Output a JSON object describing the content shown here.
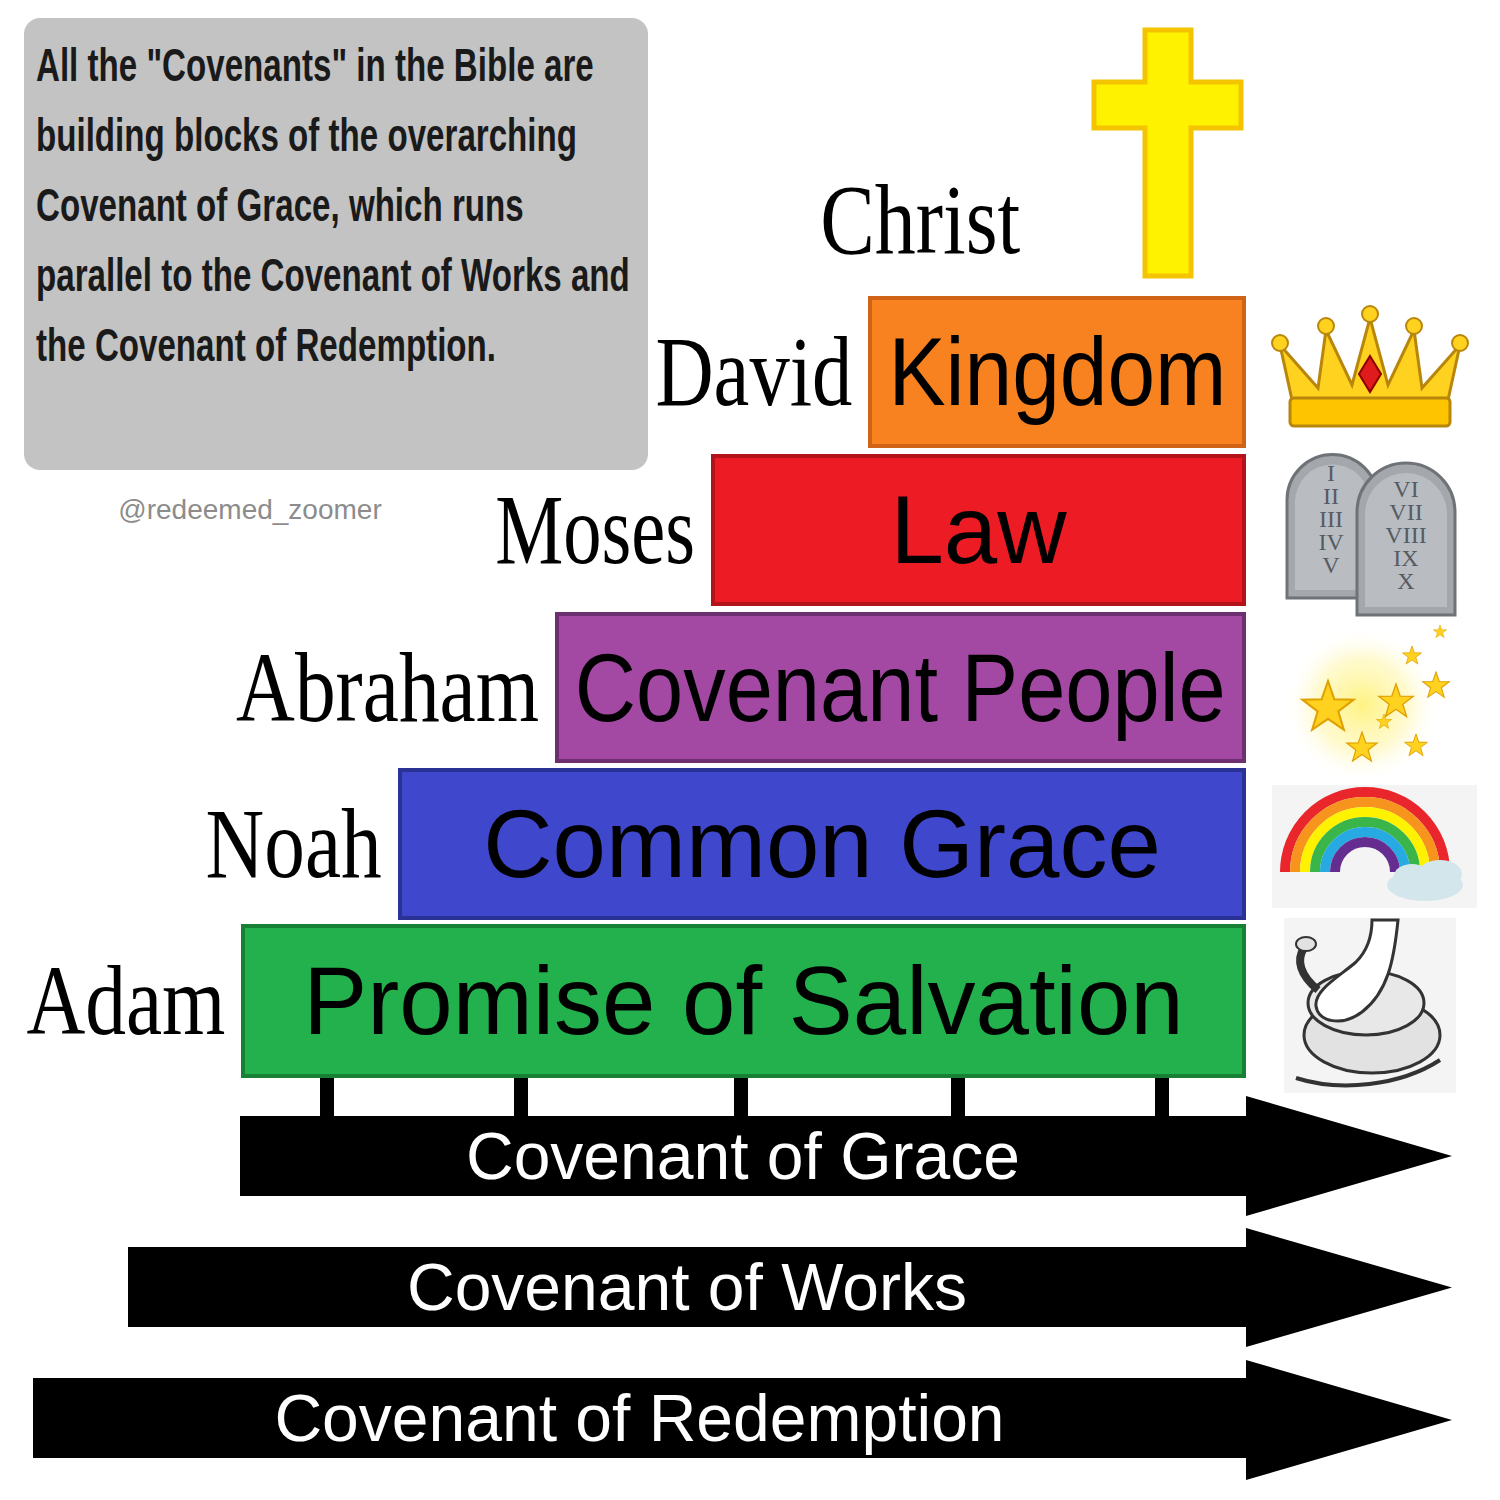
{
  "diagram": {
    "nodes": [
      {
        "text": [
          "All the \"Covenants\" in the Bible are building blocks of the overarching Covenant of Grace, which runs parallel to the Covenant of Works and the Covenant of Redemption."
        ]
      },
      {
        "text": [
          "David",
          "Kingdom"
        ]
      },
      {
        "text": [
          "Moses",
          "Law"
        ]
      },
      {
        "text": [
          "Abraham",
          "Covenant People"
        ]
      },
      {
        "text": [
          "Noah",
          "Common Grace"
        ]
      },
      {
        "text": [
          "Adam",
          "Promise of Salvation"
        ]
      },
      {
        "text": [
          "Covenant of Grace"
        ]
      },
      {
        "text": [
          "Covenant of Works"
        ]
      },
      {
        "text": [
          "Covenant of Redemption"
        ]
      }
    ],
    "edges": [
      {
        "from": 5,
        "to": 6,
        "arrow": "none"
      },
      {
        "from": 5,
        "to": 6,
        "arrow": "none"
      },
      {
        "from": 5,
        "to": 6,
        "arrow": "none"
      },
      {
        "from": 5,
        "to": 6,
        "arrow": "none"
      },
      {
        "from": 5,
        "to": 6,
        "arrow": "none"
      }
    ],
    "labels": [
      "Christ",
      "@redeemed_zoomer",
      "I II III IV V",
      "VI VII VIII IX X"
    ]
  }
}
